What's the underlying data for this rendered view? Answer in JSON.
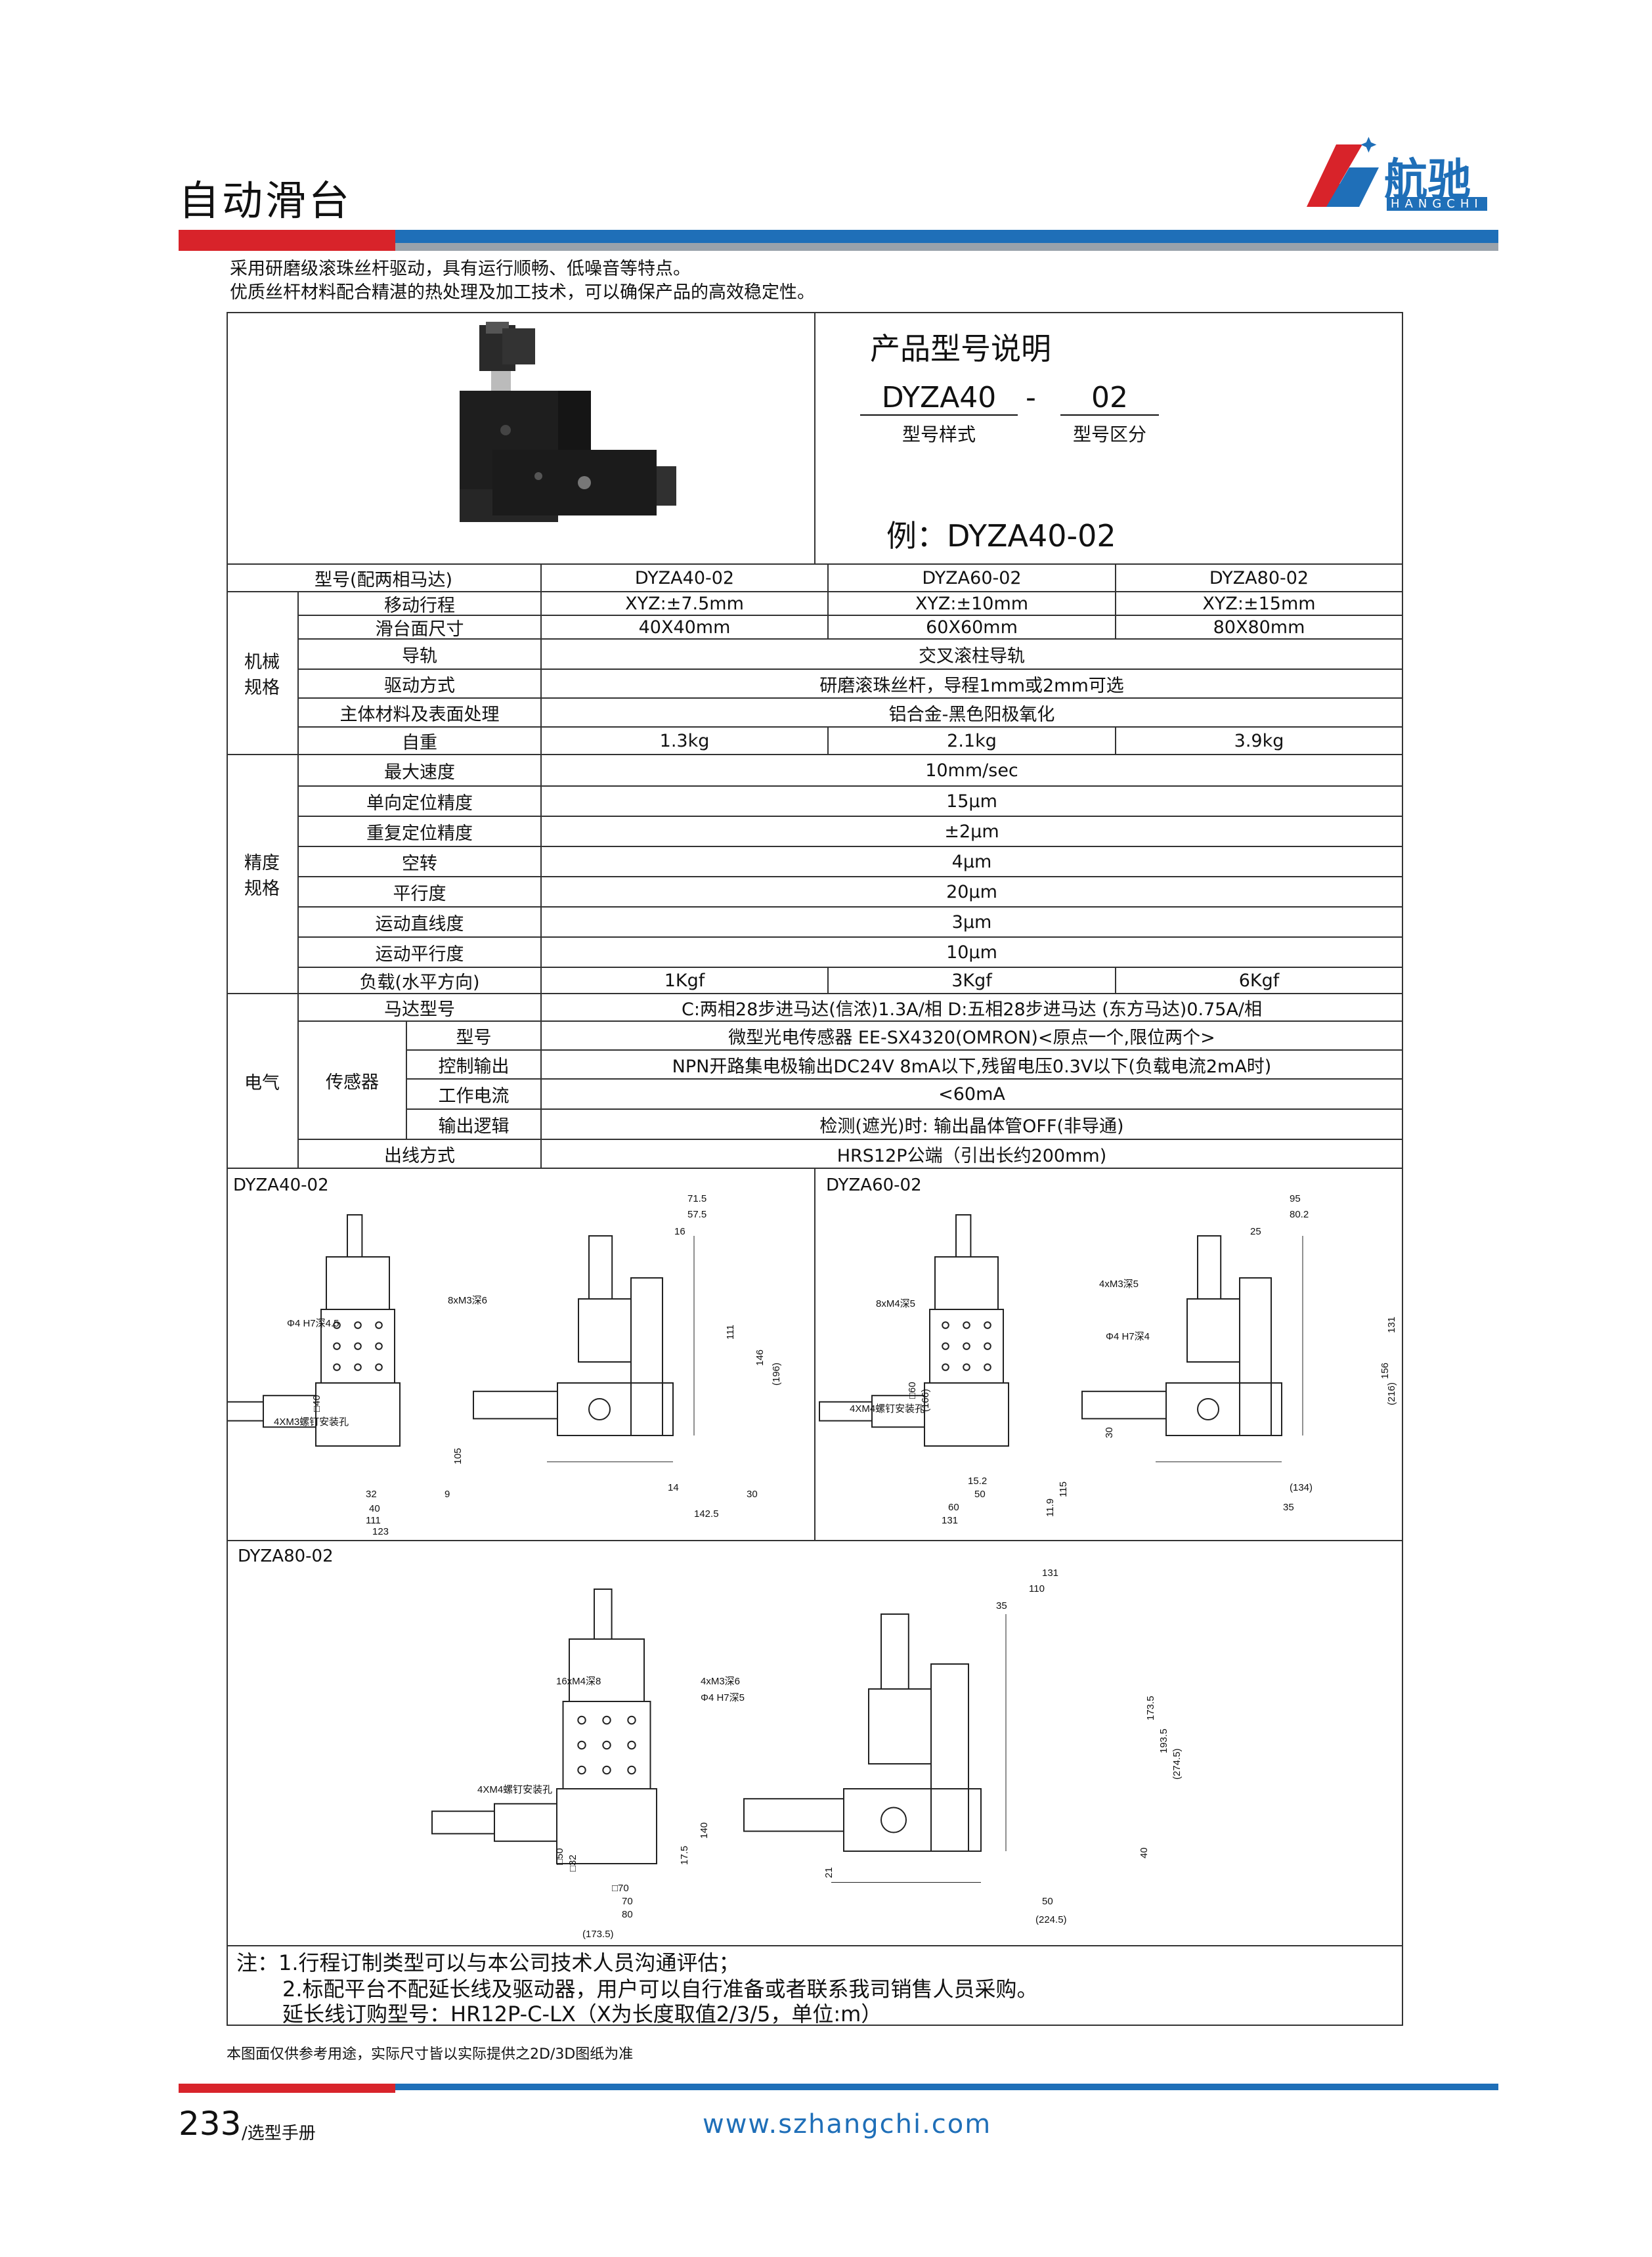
{
  "header": {
    "title": "自动滑台",
    "logo_text_cn": "航驰",
    "logo_text_en": "HANGCHI"
  },
  "intro": [
    "采用研磨级滚珠丝杆驱动，具有运行顺畅、低噪音等特点。",
    "优质丝杆材料配合精湛的热处理及加工技术，可以确保产品的高效稳定性。"
  ],
  "model_info": {
    "heading": "产品型号说明",
    "code_a": "DYZA40",
    "dash": "-",
    "code_b": "02",
    "label_a": "型号样式",
    "label_b": "型号区分",
    "example": "例：DYZA40-02"
  },
  "table": {
    "header_label": "型号(配两相马达)",
    "models": [
      "DYZA40-02",
      "DYZA60-02",
      "DYZA80-02"
    ],
    "group_mech": "机械\n规格",
    "group_prec": "精度\n规格",
    "group_elec": "电气",
    "sensor_label": "传感器",
    "rows": {
      "travel": {
        "label": "移动行程",
        "v": [
          "XYZ:±7.5mm",
          "XYZ:±10mm",
          "XYZ:±15mm"
        ]
      },
      "table_size": {
        "label": "滑台面尺寸",
        "v": [
          "40X40mm",
          "60X60mm",
          "80X80mm"
        ]
      },
      "guide": {
        "label": "导轨",
        "v": "交叉滚柱导轨"
      },
      "drive": {
        "label": "驱动方式",
        "v": "研磨滚珠丝杆，导程1mm或2mm可选"
      },
      "material": {
        "label": "主体材料及表面处理",
        "v": "铝合金-黑色阳极氧化"
      },
      "weight": {
        "label": "自重",
        "v": [
          "1.3kg",
          "2.1kg",
          "3.9kg"
        ]
      },
      "max_speed": {
        "label": "最大速度",
        "v": "10mm/sec"
      },
      "uni_pos": {
        "label": "单向定位精度",
        "v": "15μm"
      },
      "rep_pos": {
        "label": "重复定位精度",
        "v": "±2μm"
      },
      "backlash": {
        "label": "空转",
        "v": "4μm"
      },
      "parallel": {
        "label": "平行度",
        "v": "20μm"
      },
      "straight": {
        "label": "运动直线度",
        "v": "3μm"
      },
      "motion_par": {
        "label": "运动平行度",
        "v": "10μm"
      },
      "load": {
        "label": "负载(水平方向)",
        "v": [
          "1Kgf",
          "3Kgf",
          "6Kgf"
        ]
      },
      "motor": {
        "label": "马达型号",
        "v": "C:两相28步进马达(信浓)1.3A/相 D:五相28步进马达 (东方马达)0.75A/相"
      },
      "s_model": {
        "label": "型号",
        "v": "微型光电传感器  EE-SX4320(OMRON)<原点一个,限位两个>"
      },
      "s_output": {
        "label": "控制输出",
        "v": "NPN开路集电极输出DC24V  8mA以下,残留电压0.3V以下(负载电流2mA时)"
      },
      "s_current": {
        "label": "工作电流",
        "v": "<60mA"
      },
      "s_logic": {
        "label": "输出逻辑",
        "v": "检测(遮光)时: 输出晶体管OFF(非导通)"
      },
      "cable": {
        "label": "出线方式",
        "v": "HRS12P公端（引出长约200mm)"
      }
    }
  },
  "drawings": {
    "d40": {
      "title": "DYZA40-02",
      "dims": [
        "71.5",
        "57.5",
        "16",
        "8xM3深6",
        "Φ4 H7深4.5",
        "4XM3螺钉安装孔",
        "111",
        "146",
        "(196)",
        "105",
        "14",
        "32",
        "40",
        "111",
        "123",
        "9",
        "30",
        "142.5",
        "□40"
      ]
    },
    "d60": {
      "title": "DYZA60-02",
      "dims": [
        "95",
        "80.2",
        "25",
        "4xM3深5",
        "8xM4深5",
        "Φ4 H7深4",
        "4XM4螺钉安装孔",
        "131",
        "156",
        "(216)",
        "30",
        "115",
        "11.9",
        "15.2",
        "50",
        "60",
        "131",
        "(134)",
        "35",
        "(166)",
        "□60"
      ]
    },
    "d80": {
      "title": "DYZA80-02",
      "dims": [
        "131",
        "110",
        "35",
        "16xM4深8",
        "4xM3深6",
        "Φ4 H7深5",
        "4XM4螺钉安装孔",
        "173.5",
        "193.5",
        "(274.5)",
        "40",
        "140",
        "17.5",
        "21",
        "70",
        "80",
        "(173.5)",
        "50",
        "(224.5)",
        "□70",
        "□50",
        "□32"
      ]
    }
  },
  "notes": {
    "line1": "注：1.行程订制类型可以与本公司技术人员沟通评估；",
    "line2": "2.标配平台不配延长线及驱动器，用户可以自行准备或者联系我司销售人员采购。",
    "line3": "延长线订购型号：HR12P-C-LX（X为长度取值2/3/5，单位:m）"
  },
  "disclaimer": "本图面仅供参考用途，实际尺寸皆以实际提供之2D/3D图纸为准",
  "footer": {
    "page": "233",
    "page_suffix": "/选型手册",
    "url": "www.szhangchi.com"
  },
  "colors": {
    "red": "#d8232a",
    "blue": "#1f6fb8"
  }
}
